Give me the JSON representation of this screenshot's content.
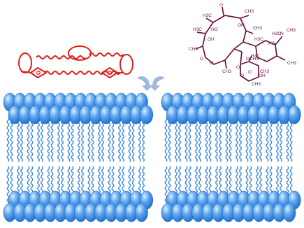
{
  "colors": {
    "background": "#ffffff",
    "lipid_head_light": "#d9ecff",
    "lipid_head": "#5ba3ee",
    "lipid_head_dark": "#1f6fc8",
    "lipid_tail": "#3a86de",
    "lipid_red": "#e0201c",
    "macrolide": "#6b1540",
    "arrow": "#9fb9da"
  },
  "icons": {
    "merge_arrows": "merge-arrows-icon"
  },
  "molecule": {
    "labels": [
      "H3C",
      "O",
      "CH3",
      "OH",
      "H3C",
      "OH",
      "CH3",
      "HO",
      "CH3",
      "H3C",
      "N",
      "CH3",
      "HO",
      "H3C",
      "O",
      "O",
      "CH3",
      "H3C",
      "O",
      "O",
      "CH3",
      "OCH3",
      "CH3",
      "OH",
      "O",
      "CH3"
    ]
  }
}
